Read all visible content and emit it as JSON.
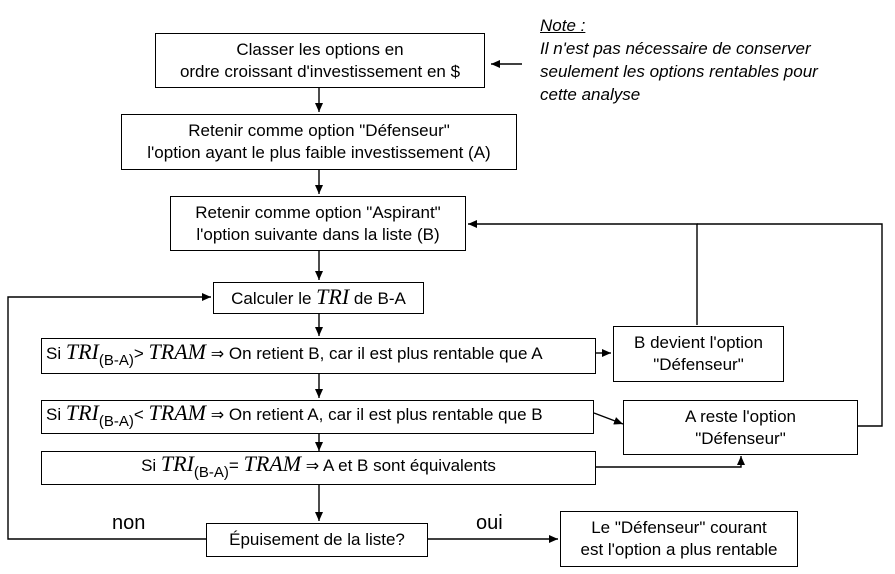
{
  "note": {
    "title": "Note :",
    "lines": [
      "Il n'est pas nécessaire de conserver",
      "seulement les options rentables pour",
      "cette analyse"
    ]
  },
  "boxes": {
    "sort": {
      "line1": "Classer les options en",
      "line2": "ordre croissant d'investissement en $"
    },
    "defender": {
      "line1": "Retenir comme option \"Défenseur\"",
      "line2": "l'option ayant le plus faible investissement (A)"
    },
    "challenger": {
      "line1": "Retenir comme option \"Aspirant\"",
      "line2": "l'option suivante dans la liste (B)"
    },
    "compute": {
      "prefix": "Calculer le",
      "tri": "TRI",
      "suffix": "de B-A"
    },
    "cond_gt": {
      "si": "Si",
      "tri": "TRI",
      "sub": "(B-A)",
      "op": ">",
      "tram": "TRAM",
      "implies": "⇒",
      "text": "On retient B, car il est plus rentable que A"
    },
    "cond_lt": {
      "si": "Si",
      "tri": "TRI",
      "sub": "(B-A)",
      "op": "<",
      "tram": "TRAM",
      "implies": "⇒",
      "text": "On retient A, car il est plus rentable que B"
    },
    "cond_eq": {
      "si": "Si",
      "tri": "TRI",
      "sub": "(B-A)",
      "op": "=",
      "tram": "TRAM",
      "implies": "⇒",
      "text": "A et B sont équivalents"
    },
    "b_becomes": {
      "line1": "B devient l'option",
      "line2": "\"Défenseur\""
    },
    "a_stays": {
      "line1": "A reste l'option",
      "line2": "\"Défenseur\""
    },
    "exhaust": {
      "text": "Épuisement de la liste?"
    },
    "final": {
      "line1": "Le \"Défenseur\" courant",
      "line2": "est l'option a plus rentable"
    }
  },
  "labels": {
    "no": "non",
    "yes": "oui"
  }
}
